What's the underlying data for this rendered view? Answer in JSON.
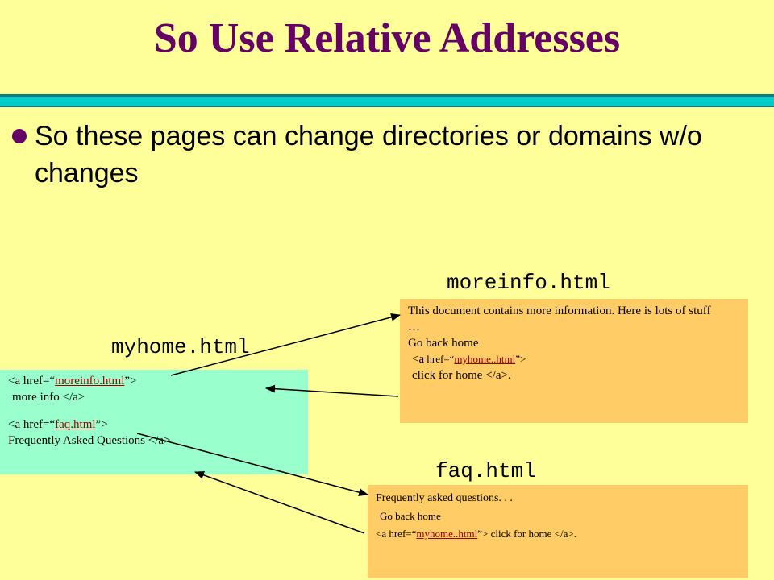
{
  "slide": {
    "title": "So Use Relative Addresses",
    "bullet": "So these pages can change directories or domains w/o changes",
    "accent_color": "#660066",
    "background_color": "#ffff99"
  },
  "files": {
    "moreinfo": "moreinfo.html",
    "myhome": "myhome.html",
    "faq": "faq.html"
  },
  "myhome_box": {
    "link1_open": "<a href=“",
    "link1_url": "moreinfo.html",
    "link1_close": "”>",
    "link1_text": "more info </a>",
    "link2_open": "<a href=“",
    "link2_url": "faq.html",
    "link2_close": "”>",
    "link2_text": "Frequently Asked Questions  </a>"
  },
  "moreinfo_box": {
    "text1": "This document contains more information. Here is lots of stuff",
    "ellipsis": "…",
    "go_back": "Go back home",
    "link_open_a": "<a",
    "link_open_b": " href=“",
    "link_url": "myhome..html",
    "link_close": "”>",
    "link_text": "click for home </a>."
  },
  "faq_box": {
    "text1": "Frequently asked questions. . .",
    "go_back": "Go back home",
    "link_open": "<a href=“",
    "link_url": "myhome..html",
    "link_close": "”>",
    "link_text": " click for home </a>."
  }
}
